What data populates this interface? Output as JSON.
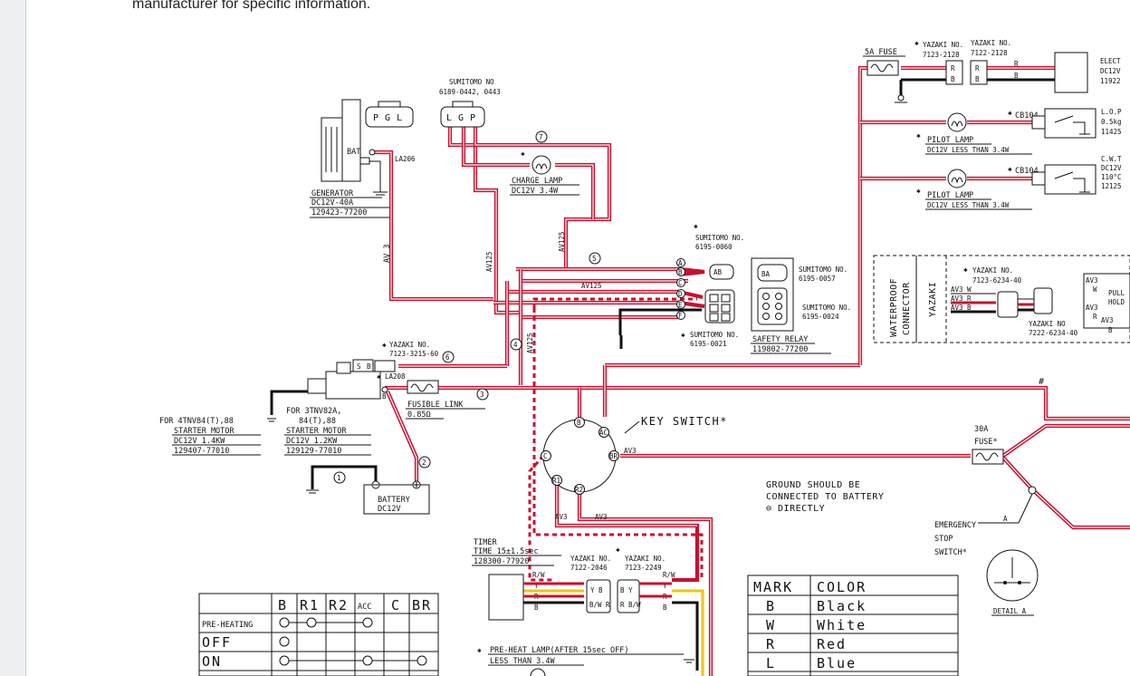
{
  "page": {
    "intro_text": "manufacturer for specific information."
  },
  "generator": {
    "pins": "P G L",
    "bat": "BAT",
    "wire": "LA206",
    "name": "GENERATOR",
    "spec": "DC12V-40A",
    "part": "129423-77200"
  },
  "sumitomo_top": {
    "maker": "SUMITOMO NO",
    "part": "6189-0442, 0443",
    "pins": "L G P"
  },
  "charge_lamp": {
    "circle_num": "7",
    "name": "CHARGE LAMP",
    "spec": "DC12V 3.4W"
  },
  "wires": {
    "av3": "AV 3",
    "av125_a": "AV125",
    "av125_b": "AV125",
    "av125_c": "AV125",
    "av125_d": "AV125",
    "av3_key": "AV3",
    "av3_low_a": "AV3",
    "av3_low_b": "AV3"
  },
  "circle_nums": {
    "n1": "1",
    "n2": "2",
    "n3": "3",
    "n4": "4",
    "n5": "5",
    "n6": "6"
  },
  "sumitomo_mid": {
    "maker_a": "SUMITOMO NO.",
    "part_a": "6195-0060",
    "maker_b": "SUMITOMO NO.",
    "part_b": "6195-0057",
    "maker_c": "SUMITOMO NO.",
    "part_c": "6195-0024",
    "maker_d": "SUMITOMO NO.",
    "part_d": "6195-0021",
    "pins": [
      "A",
      "B",
      "C",
      "D",
      "E",
      "F"
    ]
  },
  "safety_relay": {
    "name": "SAFETY RELAY",
    "part": "119802-77200"
  },
  "yazaki_starter": {
    "maker": "YAZAKI NO.",
    "part": "7123-3215-60",
    "la": "LA208",
    "pins": "S B"
  },
  "fusible_link": {
    "name": "FUSIBLE LINK",
    "spec": "0.85Ω"
  },
  "starter_a": {
    "for": "FOR 4TNV84(T),88",
    "name": "STARTER MOTOR",
    "spec": "DC12V 1.4KW",
    "part": "129407-77010"
  },
  "starter_b": {
    "for": "FOR 3TNV82A,",
    "for2": "84(T),88",
    "name": "STARTER MOTOR",
    "spec": "DC12V 1.2KW",
    "part": "129129-77010"
  },
  "battery": {
    "name": "BATTERY",
    "spec": "DC12V"
  },
  "key_switch": {
    "name": "KEY SWITCH*",
    "terminals": [
      "B",
      "AC",
      "BR",
      "R2",
      "R1",
      "C"
    ]
  },
  "timer": {
    "name": "TIMER",
    "time": "TIME 15±1.5sec",
    "part": "128300-77920"
  },
  "yazaki_timer": {
    "maker_a": "YAZAKI NO.",
    "part_a": "7122-2046",
    "maker_b": "YAZAKI NO.",
    "part_b": "7123-2249",
    "wires_l": [
      "R/W",
      "Y",
      "R",
      "B"
    ],
    "wires_r": [
      "R/W",
      "Y",
      "R",
      "B"
    ],
    "pins_l": "Y B",
    "pins_l2": "B/W R",
    "pins_r": "B Y",
    "pins_r2": "R B/W"
  },
  "preheat": {
    "text": "PRE-HEAT LAMP(AFTER 15sec OFF)",
    "spec": "LESS THAN 3.4W"
  },
  "ground_note": {
    "line1": "GROUND SHOULD BE",
    "line2": "CONNECTED TO BATTERY",
    "line3": "⊖ DIRECTLY"
  },
  "fuse30": {
    "name": "30A",
    "name2": "FUSE*"
  },
  "fuse5": {
    "name": "5A FUSE"
  },
  "yazaki_top": {
    "maker_a": "YAZAKI NO.",
    "part_a": "7123-2128",
    "maker_b": "YAZAKI NO.",
    "part_b": "7122-2128",
    "pin_r": "R",
    "pin_b": "B",
    "wire_r": "R",
    "wire_b": "B"
  },
  "elect": {
    "l1": "ELECT",
    "l2": "DC12V",
    "l3": "11922"
  },
  "pilot_a": {
    "cb": "CB104",
    "name": "PILOT LAMP",
    "spec": "DC12V LESS THAN 3.4W",
    "side1": "L.O.P",
    "side2": "0.5kg",
    "side3": "11425"
  },
  "pilot_b": {
    "cb": "CB104",
    "name": "PILOT LAMP",
    "spec": "DC12V LESS THAN 3.4W",
    "side1": "C.W.T",
    "side2": "DC12V",
    "side3": "110°C",
    "side4": "12125"
  },
  "waterproof": {
    "v1": "WATERPROOF",
    "v2": "CONNECTOR",
    "yazaki": "YAZAKI",
    "maker": "YAZAKI NO.",
    "part": "7123-6234-40",
    "maker2": "YAZAKI NO",
    "part2": "7222-6234-40",
    "wires": [
      "AV3 W",
      "AV3 R",
      "AV3 B"
    ],
    "right": [
      "AV3",
      "W",
      "PULL",
      "HOLD",
      "AV3",
      "R",
      "AV3",
      "B"
    ]
  },
  "emergency": {
    "l1": "EMERGENCY",
    "l2": "STOP",
    "l3": "SWITCH*",
    "a": "A",
    "detail": "DETAIL A"
  },
  "hash_mark": "#",
  "switch_table": {
    "headers": [
      "B",
      "R1",
      "R2",
      "ACC",
      "C",
      "BR"
    ],
    "rows": [
      {
        "label": "PRE-HEATING"
      },
      {
        "label": "OFF"
      },
      {
        "label": "ON"
      }
    ]
  },
  "color_table": {
    "headers": [
      "MARK",
      "COLOR"
    ],
    "rows": [
      {
        "mark": "B",
        "color": "Black"
      },
      {
        "mark": "W",
        "color": "White"
      },
      {
        "mark": "R",
        "color": "Red"
      },
      {
        "mark": "L",
        "color": "Blue"
      }
    ]
  },
  "colors": {
    "wire_red": "#c8102e",
    "wire_black": "#111111",
    "wire_yellow": "#f2c500"
  }
}
